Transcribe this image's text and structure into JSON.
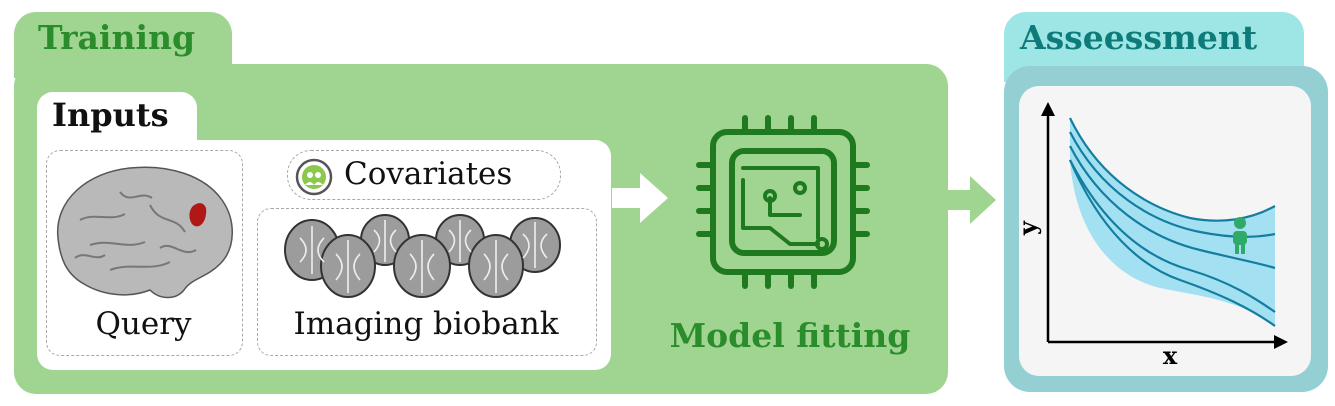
{
  "training": {
    "title": "Training"
  },
  "inputs": {
    "title": "Inputs",
    "query_label": "Query",
    "covariates_label": "Covariates",
    "biobank_label": "Imaging biobank"
  },
  "model": {
    "label": "Model fitting"
  },
  "assessment": {
    "title": "Asseessment",
    "x_label": "x",
    "y_label": "y"
  },
  "colors": {
    "training_green": "#a0d591",
    "title_green": "#2b8c2b",
    "chip_green": "#1f7a1f",
    "assessment_teal": "#94cfd3",
    "assessment_tab": "#9ee6e6",
    "assessment_title": "#0e7b7b",
    "curve_blue": "#147ea0",
    "band_fill": "#5fd0ee",
    "query_region": "#b01818"
  }
}
